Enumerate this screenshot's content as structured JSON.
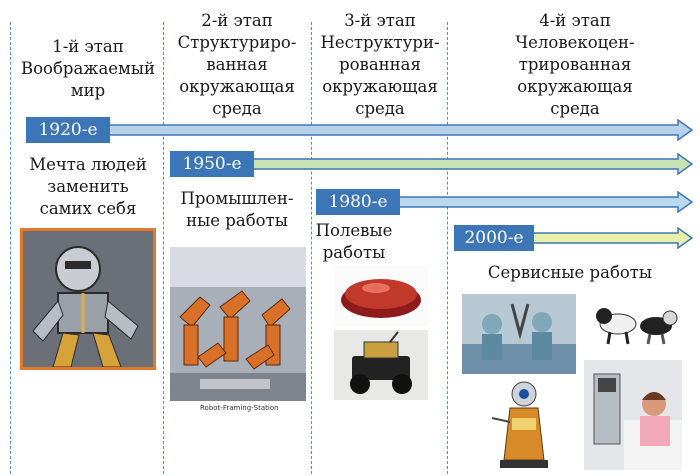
{
  "stages": [
    {
      "title": "1-й этап\nВоображаемый\nмир"
    },
    {
      "title": "2-й этап\nСтруктуриро-\nванная\nокружающая\nсреда"
    },
    {
      "title": "3-й этап\nНеструктури-\nрованная\nокружающая\nсреда"
    },
    {
      "title": "4-й этап\nЧеловекоцен-\nтрированная\nокружающая\nсреда"
    }
  ],
  "eras": [
    {
      "label": "1920-е",
      "color": "#b8d2ec"
    },
    {
      "label": "1950-е",
      "color": "#c7e2b3"
    },
    {
      "label": "1980-е",
      "color": "#b8d8ec"
    },
    {
      "label": "2000-е",
      "color": "#e9eea8"
    }
  ],
  "captions": {
    "dream": "Мечта людей\nзаменить\nсамих себя",
    "industrial": "Промышлен-\nные работы",
    "field": "Полевые\nработы",
    "service": "Сервисные работы"
  },
  "photo_caption": "Robot-Framing-Station",
  "accent_color": "#3d76b6"
}
